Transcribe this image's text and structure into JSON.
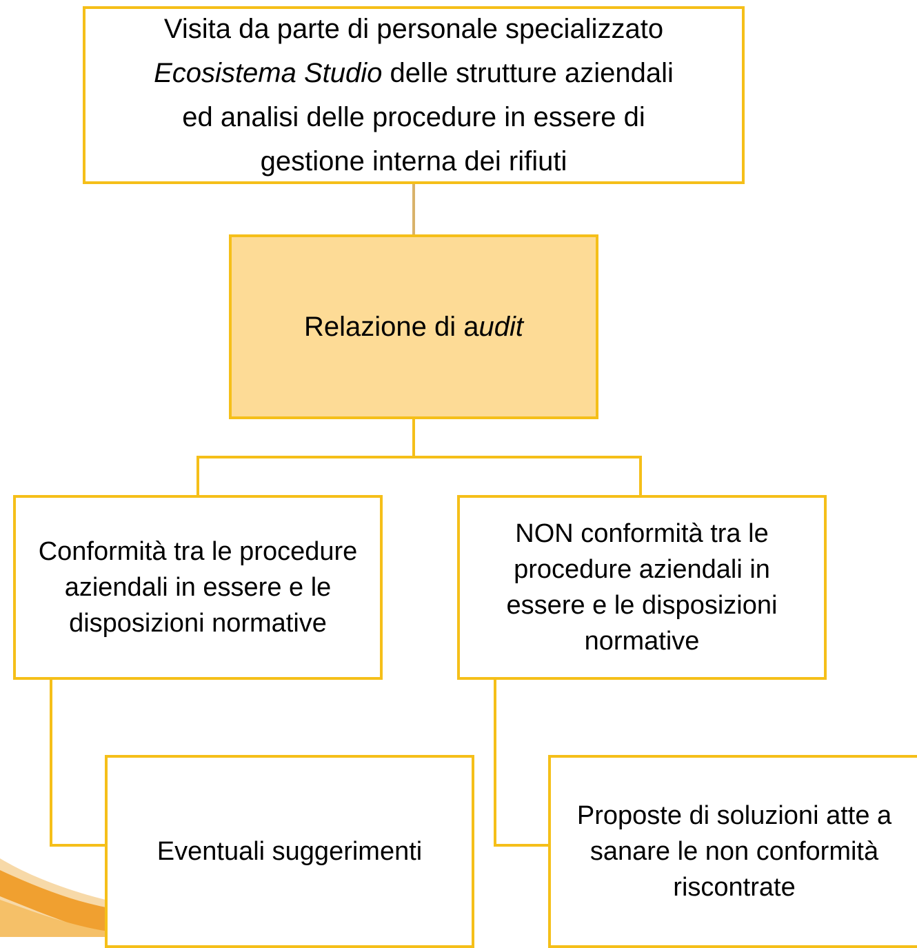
{
  "diagram": {
    "top_box": {
      "line1": "Visita da parte di personale specializzato",
      "line2_italic": "Ecosistema Studio",
      "line2_rest": " delle strutture aziendali",
      "line3": "ed analisi delle procedure in essere di",
      "line4": "gestione interna dei rifiuti"
    },
    "center_box": {
      "text_plain": "Relazione di a",
      "text_italic": "udit"
    },
    "left_box": {
      "text": "Conformità tra le procedure aziendali in essere e le disposizioni normative"
    },
    "right_box": {
      "text": "NON conformità tra le procedure aziendali in essere e le disposizioni normative"
    },
    "bottom_left_box": {
      "text": "Eventuali suggerimenti"
    },
    "bottom_right_box": {
      "text": "Proposte di soluzioni atte a sanare le non conformità riscontrate"
    }
  },
  "colors": {
    "border": "#f5bf19",
    "highlight_fill": "#fddb96",
    "connector_top": "#d9b26a",
    "decorative_swoosh": "#f0a030"
  }
}
